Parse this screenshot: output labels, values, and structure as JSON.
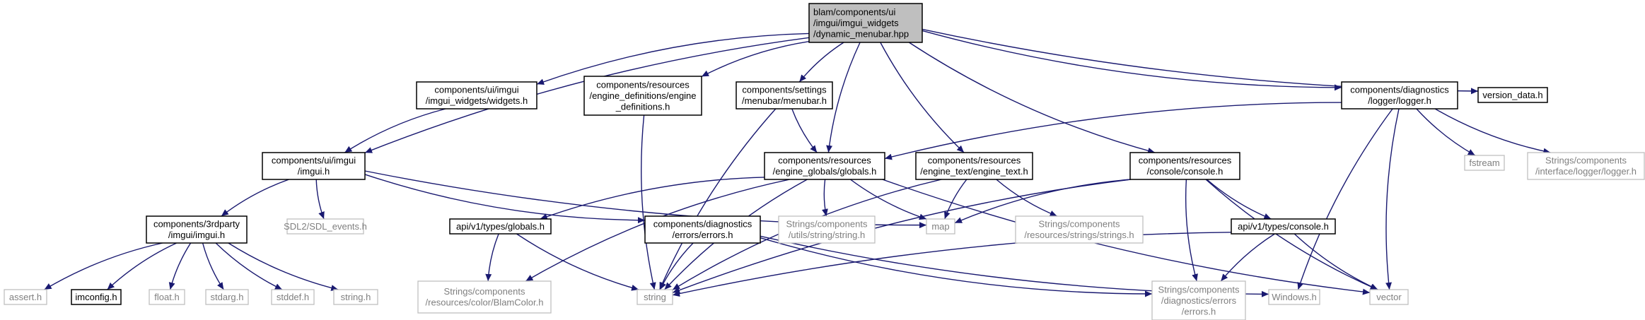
{
  "diagram": {
    "colors": {
      "edge": "#191970",
      "root_fill": "#bfbfbf",
      "box_border": "#000000",
      "external_border": "#bfbfbf",
      "external_text": "#7f7f7f"
    },
    "nodes": [
      {
        "id": "root",
        "lines": [
          "blam/components/ui",
          "/imgui/imgui_widgets",
          "/dynamic_menubar.hpp"
        ],
        "kind": "root"
      },
      {
        "id": "imgui_h",
        "lines": [
          "components/ui/imgui",
          "/imgui.h"
        ],
        "kind": "local"
      },
      {
        "id": "widgets_h",
        "lines": [
          "components/ui/imgui",
          "/imgui_widgets/widgets.h"
        ],
        "kind": "local"
      },
      {
        "id": "engine_defs",
        "lines": [
          "components/resources",
          "/engine_definitions/engine",
          "_definitions.h"
        ],
        "kind": "local"
      },
      {
        "id": "menubar_h",
        "lines": [
          "components/settings",
          "/menubar/menubar.h"
        ],
        "kind": "local"
      },
      {
        "id": "globals_h",
        "lines": [
          "components/resources",
          "/engine_globals/globals.h"
        ],
        "kind": "local"
      },
      {
        "id": "engine_text",
        "lines": [
          "components/resources",
          "/engine_text/engine_text.h"
        ],
        "kind": "local"
      },
      {
        "id": "console_h",
        "lines": [
          "components/resources",
          "/console/console.h"
        ],
        "kind": "local"
      },
      {
        "id": "logger_h",
        "lines": [
          "components/diagnostics",
          "/logger/logger.h"
        ],
        "kind": "local"
      },
      {
        "id": "version_data",
        "lines": [
          "version_data.h"
        ],
        "kind": "local"
      },
      {
        "id": "imgui3rd",
        "lines": [
          "components/3rdparty",
          "/imgui/imgui.h"
        ],
        "kind": "local"
      },
      {
        "id": "sdl_events",
        "lines": [
          "SDL2/SDL_events.h"
        ],
        "kind": "external"
      },
      {
        "id": "api_globals",
        "lines": [
          "api/v1/types/globals.h"
        ],
        "kind": "local"
      },
      {
        "id": "errors_h",
        "lines": [
          "components/diagnostics",
          "/errors/errors.h"
        ],
        "kind": "local"
      },
      {
        "id": "utils_string",
        "lines": [
          "Strings/components",
          "/utils/string/string.h"
        ],
        "kind": "external"
      },
      {
        "id": "map",
        "lines": [
          "map"
        ],
        "kind": "external"
      },
      {
        "id": "strings_h",
        "lines": [
          "Strings/components",
          "/resources/strings/strings.h"
        ],
        "kind": "external"
      },
      {
        "id": "api_console",
        "lines": [
          "api/v1/types/console.h"
        ],
        "kind": "local"
      },
      {
        "id": "fstream",
        "lines": [
          "fstream"
        ],
        "kind": "external"
      },
      {
        "id": "iface_logger",
        "lines": [
          "Strings/components",
          "/interface/logger/logger.h"
        ],
        "kind": "external"
      },
      {
        "id": "assert_h",
        "lines": [
          "assert.h"
        ],
        "kind": "external"
      },
      {
        "id": "imconfig_h",
        "lines": [
          "imconfig.h"
        ],
        "kind": "local"
      },
      {
        "id": "float_h",
        "lines": [
          "float.h"
        ],
        "kind": "external"
      },
      {
        "id": "stdarg_h",
        "lines": [
          "stdarg.h"
        ],
        "kind": "external"
      },
      {
        "id": "stddef_h",
        "lines": [
          "stddef.h"
        ],
        "kind": "external"
      },
      {
        "id": "string_h",
        "lines": [
          "string.h"
        ],
        "kind": "external"
      },
      {
        "id": "blamcolor",
        "lines": [
          "Strings/components",
          "/resources/color/BlamColor.h"
        ],
        "kind": "external"
      },
      {
        "id": "string",
        "lines": [
          "string"
        ],
        "kind": "external"
      },
      {
        "id": "diag_errors",
        "lines": [
          "Strings/components",
          "/diagnostics/errors",
          "/errors.h"
        ],
        "kind": "external"
      },
      {
        "id": "windows_h",
        "lines": [
          "Windows.h"
        ],
        "kind": "external"
      },
      {
        "id": "vector",
        "lines": [
          "vector"
        ],
        "kind": "external"
      }
    ],
    "edges": [
      {
        "from": "root",
        "to": "imgui_h"
      },
      {
        "from": "root",
        "to": "widgets_h"
      },
      {
        "from": "root",
        "to": "engine_defs"
      },
      {
        "from": "root",
        "to": "menubar_h"
      },
      {
        "from": "root",
        "to": "globals_h"
      },
      {
        "from": "root",
        "to": "engine_text"
      },
      {
        "from": "root",
        "to": "console_h"
      },
      {
        "from": "root",
        "to": "logger_h"
      },
      {
        "from": "root",
        "to": "version_data"
      },
      {
        "from": "widgets_h",
        "to": "imgui_h"
      },
      {
        "from": "engine_defs",
        "to": "string"
      },
      {
        "from": "menubar_h",
        "to": "globals_h"
      },
      {
        "from": "menubar_h",
        "to": "string"
      },
      {
        "from": "logger_h",
        "to": "globals_h"
      },
      {
        "from": "logger_h",
        "to": "fstream"
      },
      {
        "from": "logger_h",
        "to": "iface_logger"
      },
      {
        "from": "logger_h",
        "to": "windows_h"
      },
      {
        "from": "logger_h",
        "to": "vector"
      },
      {
        "from": "imgui_h",
        "to": "imgui3rd"
      },
      {
        "from": "imgui_h",
        "to": "sdl_events"
      },
      {
        "from": "imgui_h",
        "to": "map"
      },
      {
        "from": "imgui_h",
        "to": "errors_h"
      },
      {
        "from": "globals_h",
        "to": "api_globals"
      },
      {
        "from": "globals_h",
        "to": "utils_string"
      },
      {
        "from": "globals_h",
        "to": "map"
      },
      {
        "from": "globals_h",
        "to": "string"
      },
      {
        "from": "globals_h",
        "to": "blamcolor"
      },
      {
        "from": "globals_h",
        "to": "vector"
      },
      {
        "from": "engine_text",
        "to": "map"
      },
      {
        "from": "engine_text",
        "to": "strings_h"
      },
      {
        "from": "engine_text",
        "to": "string"
      },
      {
        "from": "console_h",
        "to": "map"
      },
      {
        "from": "console_h",
        "to": "api_console"
      },
      {
        "from": "console_h",
        "to": "string"
      },
      {
        "from": "console_h",
        "to": "diag_errors"
      },
      {
        "from": "console_h",
        "to": "vector"
      },
      {
        "from": "imgui3rd",
        "to": "assert_h"
      },
      {
        "from": "imgui3rd",
        "to": "imconfig_h"
      },
      {
        "from": "imgui3rd",
        "to": "float_h"
      },
      {
        "from": "imgui3rd",
        "to": "stdarg_h"
      },
      {
        "from": "imgui3rd",
        "to": "stddef_h"
      },
      {
        "from": "imgui3rd",
        "to": "string_h"
      },
      {
        "from": "api_globals",
        "to": "blamcolor"
      },
      {
        "from": "api_globals",
        "to": "string"
      },
      {
        "from": "errors_h",
        "to": "string"
      },
      {
        "from": "errors_h",
        "to": "diag_errors"
      },
      {
        "from": "errors_h",
        "to": "windows_h"
      },
      {
        "from": "api_console",
        "to": "string"
      },
      {
        "from": "api_console",
        "to": "diag_errors"
      },
      {
        "from": "api_console",
        "to": "vector"
      }
    ]
  }
}
